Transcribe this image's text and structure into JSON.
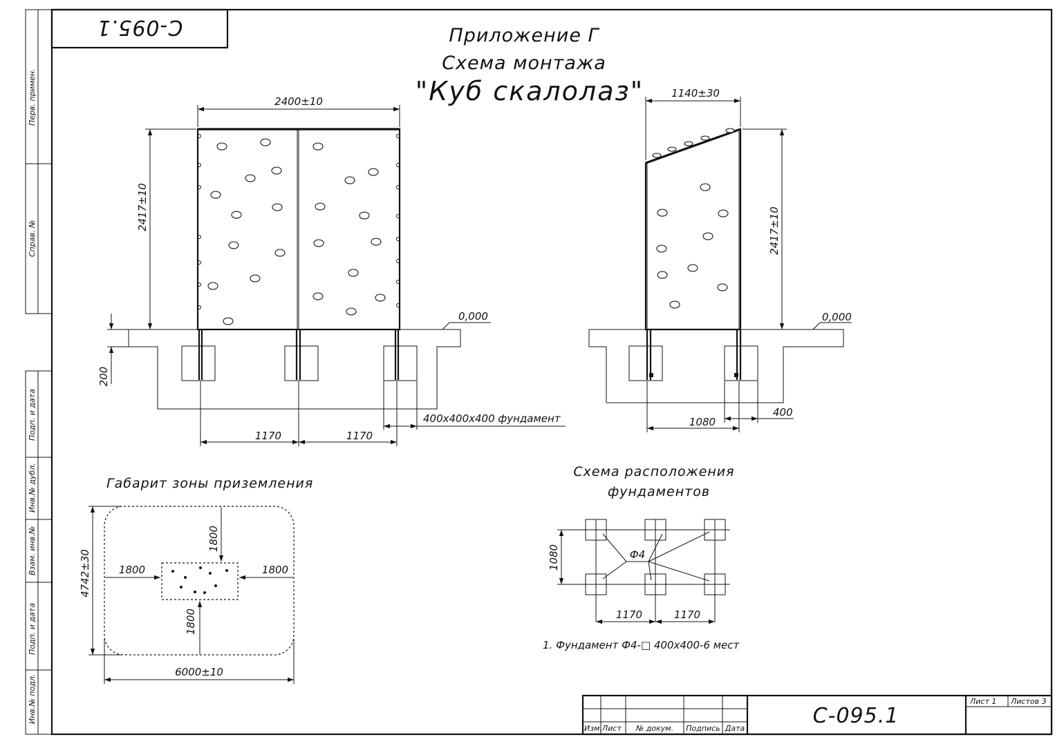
{
  "stamp_code": "C-095.1",
  "title": {
    "line1": "Приложение Г",
    "line2": "Схема монтажа",
    "line3": "\"Куб скалолаз\""
  },
  "side_labels": [
    "Перв. примен.",
    "Справ. №",
    "Подп. и дата",
    "Инв.№ дубл.",
    "Взам. инв.№",
    "Подп. и дата",
    "Инв.№ подл."
  ],
  "front_view": {
    "width_dim": "2400±10",
    "height_dim": "2417±10",
    "level": "0,000",
    "depth_dim": "200",
    "span_left": "1170",
    "span_right": "1170",
    "foundation_note": "400x400x400 фундамент"
  },
  "side_view": {
    "width_dim": "1140±30",
    "height_dim": "2417±10",
    "level": "0,000",
    "base_dim": "1080",
    "foundation_dim": "400"
  },
  "landing_zone": {
    "caption": "Габарит зоны приземления",
    "left": "1800",
    "right": "1800",
    "top": "1800",
    "bottom": "1800",
    "height_dim": "4742±30",
    "width_dim": "6000±10"
  },
  "foundation_layout": {
    "caption_line1": "Схема расположения",
    "caption_line2": "фундаментов",
    "marker": "Ф4",
    "height_dim": "1080",
    "span_left": "1170",
    "span_right": "1170",
    "note": "1. Фундамент Ф4-□ 400x400-6 мест"
  },
  "title_block": {
    "code": "C-095.1",
    "sheet_label": "Лист 1",
    "sheets_label": "Листов 3",
    "col_labels": [
      "Изм.",
      "Лист",
      "№ докум.",
      "Подпись",
      "Дата"
    ]
  }
}
